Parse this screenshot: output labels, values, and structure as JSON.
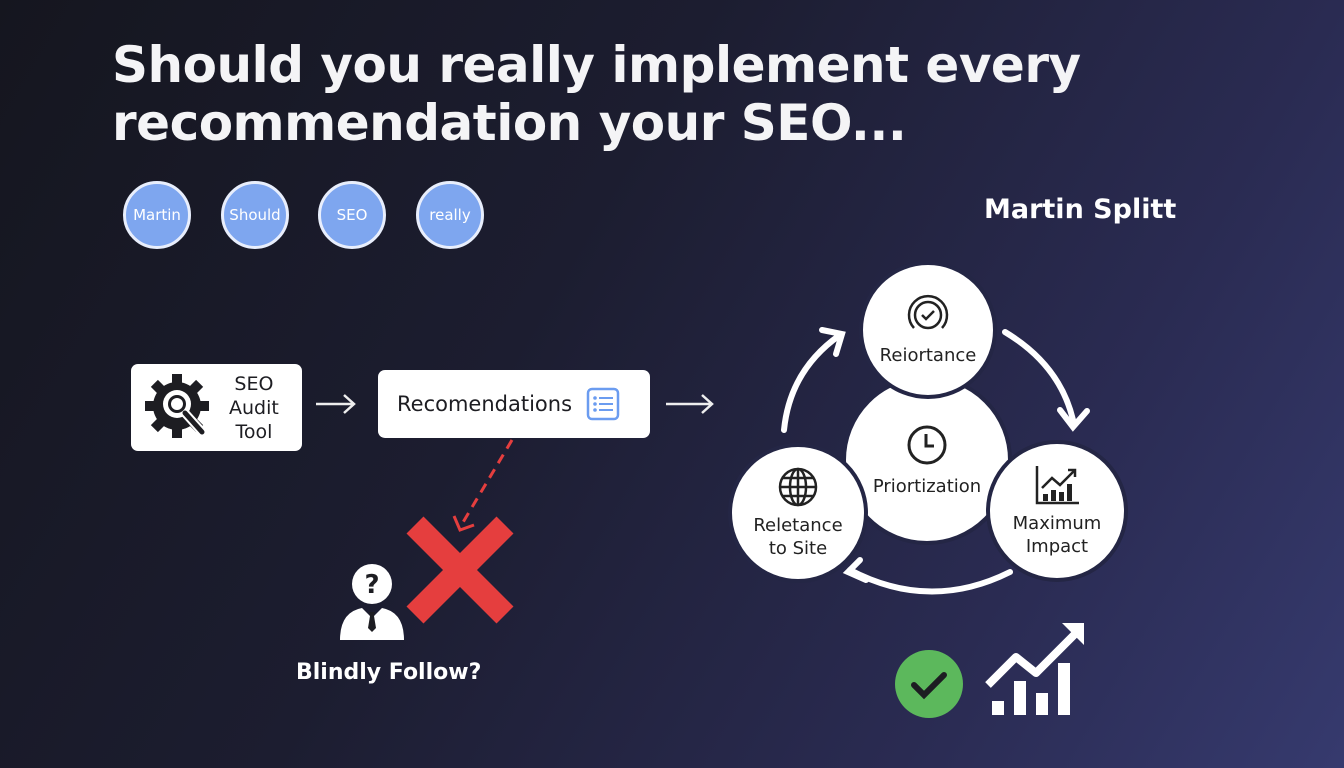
{
  "title": {
    "line1": "Should you really implement every",
    "line2": "recommendation your SEO..."
  },
  "tags": [
    "Martin",
    "Should",
    "SEO",
    "really"
  ],
  "author": "Martin Splitt",
  "flow": {
    "audit_tool": [
      "SEO",
      "Audit",
      "Tool"
    ],
    "recommendations": "Recomendations",
    "blindly_follow": "Blindly Follow?"
  },
  "cycle": {
    "top": "Reiortance",
    "center": "Priortization",
    "left": [
      "Reletance",
      "to Site"
    ],
    "right": [
      "Maximum",
      "Impact"
    ]
  },
  "colors": {
    "bubble": "#7ea6ef",
    "red": "#e53e3e",
    "green": "#5cb85c"
  }
}
